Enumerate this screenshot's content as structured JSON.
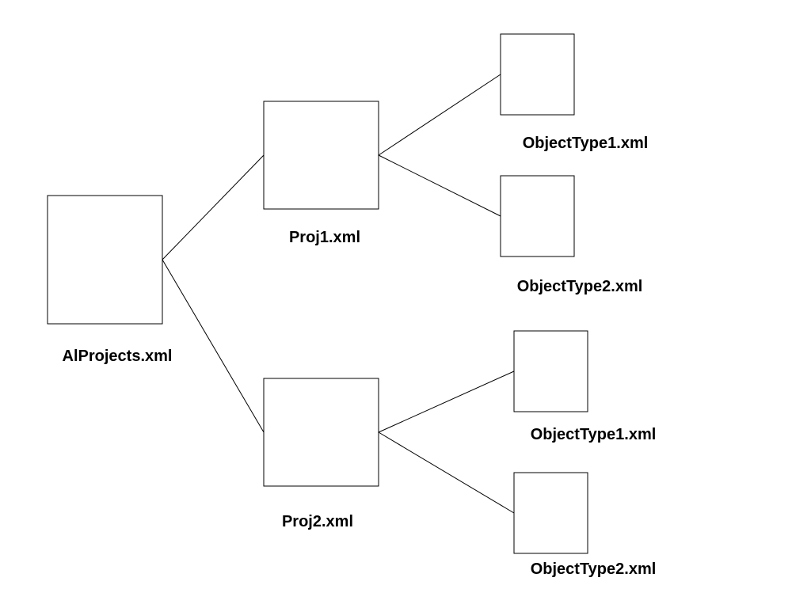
{
  "diagram": {
    "type": "tree",
    "nodes": [
      {
        "id": "root",
        "label": "AlProjects.xml"
      },
      {
        "id": "proj1",
        "label": "Proj1.xml"
      },
      {
        "id": "proj1-ot1",
        "label": "ObjectType1.xml"
      },
      {
        "id": "proj1-ot2",
        "label": "ObjectType2.xml"
      },
      {
        "id": "proj2",
        "label": "Proj2.xml"
      },
      {
        "id": "proj2-ot1",
        "label": "ObjectType1.xml"
      },
      {
        "id": "proj2-ot2",
        "label": "ObjectType2.xml"
      }
    ],
    "edges": [
      {
        "from": "root",
        "to": "proj1"
      },
      {
        "from": "root",
        "to": "proj2"
      },
      {
        "from": "proj1",
        "to": "proj1-ot1"
      },
      {
        "from": "proj1",
        "to": "proj1-ot2"
      },
      {
        "from": "proj2",
        "to": "proj2-ot1"
      },
      {
        "from": "proj2",
        "to": "proj2-ot2"
      }
    ]
  }
}
